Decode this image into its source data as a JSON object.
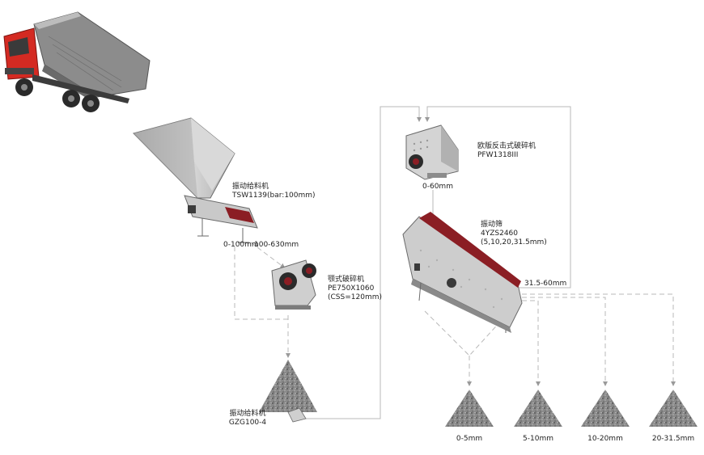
{
  "colors": {
    "background": "#ffffff",
    "flow_line": "#b8b8b8",
    "machine_body": "#c9c9c9",
    "machine_dark": "#6d6d6d",
    "accent_red": "#8b1e24",
    "truck_red": "#d42a22",
    "stone": "#7a7a7a"
  },
  "equipment": {
    "truck": {
      "icon": "dump-truck-icon"
    },
    "hopper": {
      "icon": "hopper-icon"
    },
    "feeder_1": {
      "icon": "vibrating-feeder-icon",
      "name": "振动给料机",
      "model": "TSW1139(bar:100mm)",
      "out_small": "0-100mm",
      "out_large": "100-630mm"
    },
    "jaw_crusher": {
      "icon": "jaw-crusher-icon",
      "name": "颚式破碎机",
      "model": "PE750X1060",
      "setting": "(CSS=120mm)"
    },
    "stockpile_feeder": {
      "icon": "stockpile-icon",
      "name": "振动给料机",
      "model": "GZG100-4"
    },
    "impact_crusher": {
      "icon": "impact-crusher-icon",
      "name": "欧版反击式破碎机",
      "model": "PFW1318III",
      "output": "0-60mm"
    },
    "screen": {
      "icon": "vibrating-screen-icon",
      "name": "振动筛",
      "model": "4YZS2460",
      "sizes": "(5,10,20,31.5mm)",
      "oversize": "31.5-60mm"
    }
  },
  "products": [
    {
      "label": "0-5mm",
      "icon": "product-pile-icon"
    },
    {
      "label": "5-10mm",
      "icon": "product-pile-icon"
    },
    {
      "label": "10-20mm",
      "icon": "product-pile-icon"
    },
    {
      "label": "20-31.5mm",
      "icon": "product-pile-icon"
    }
  ]
}
